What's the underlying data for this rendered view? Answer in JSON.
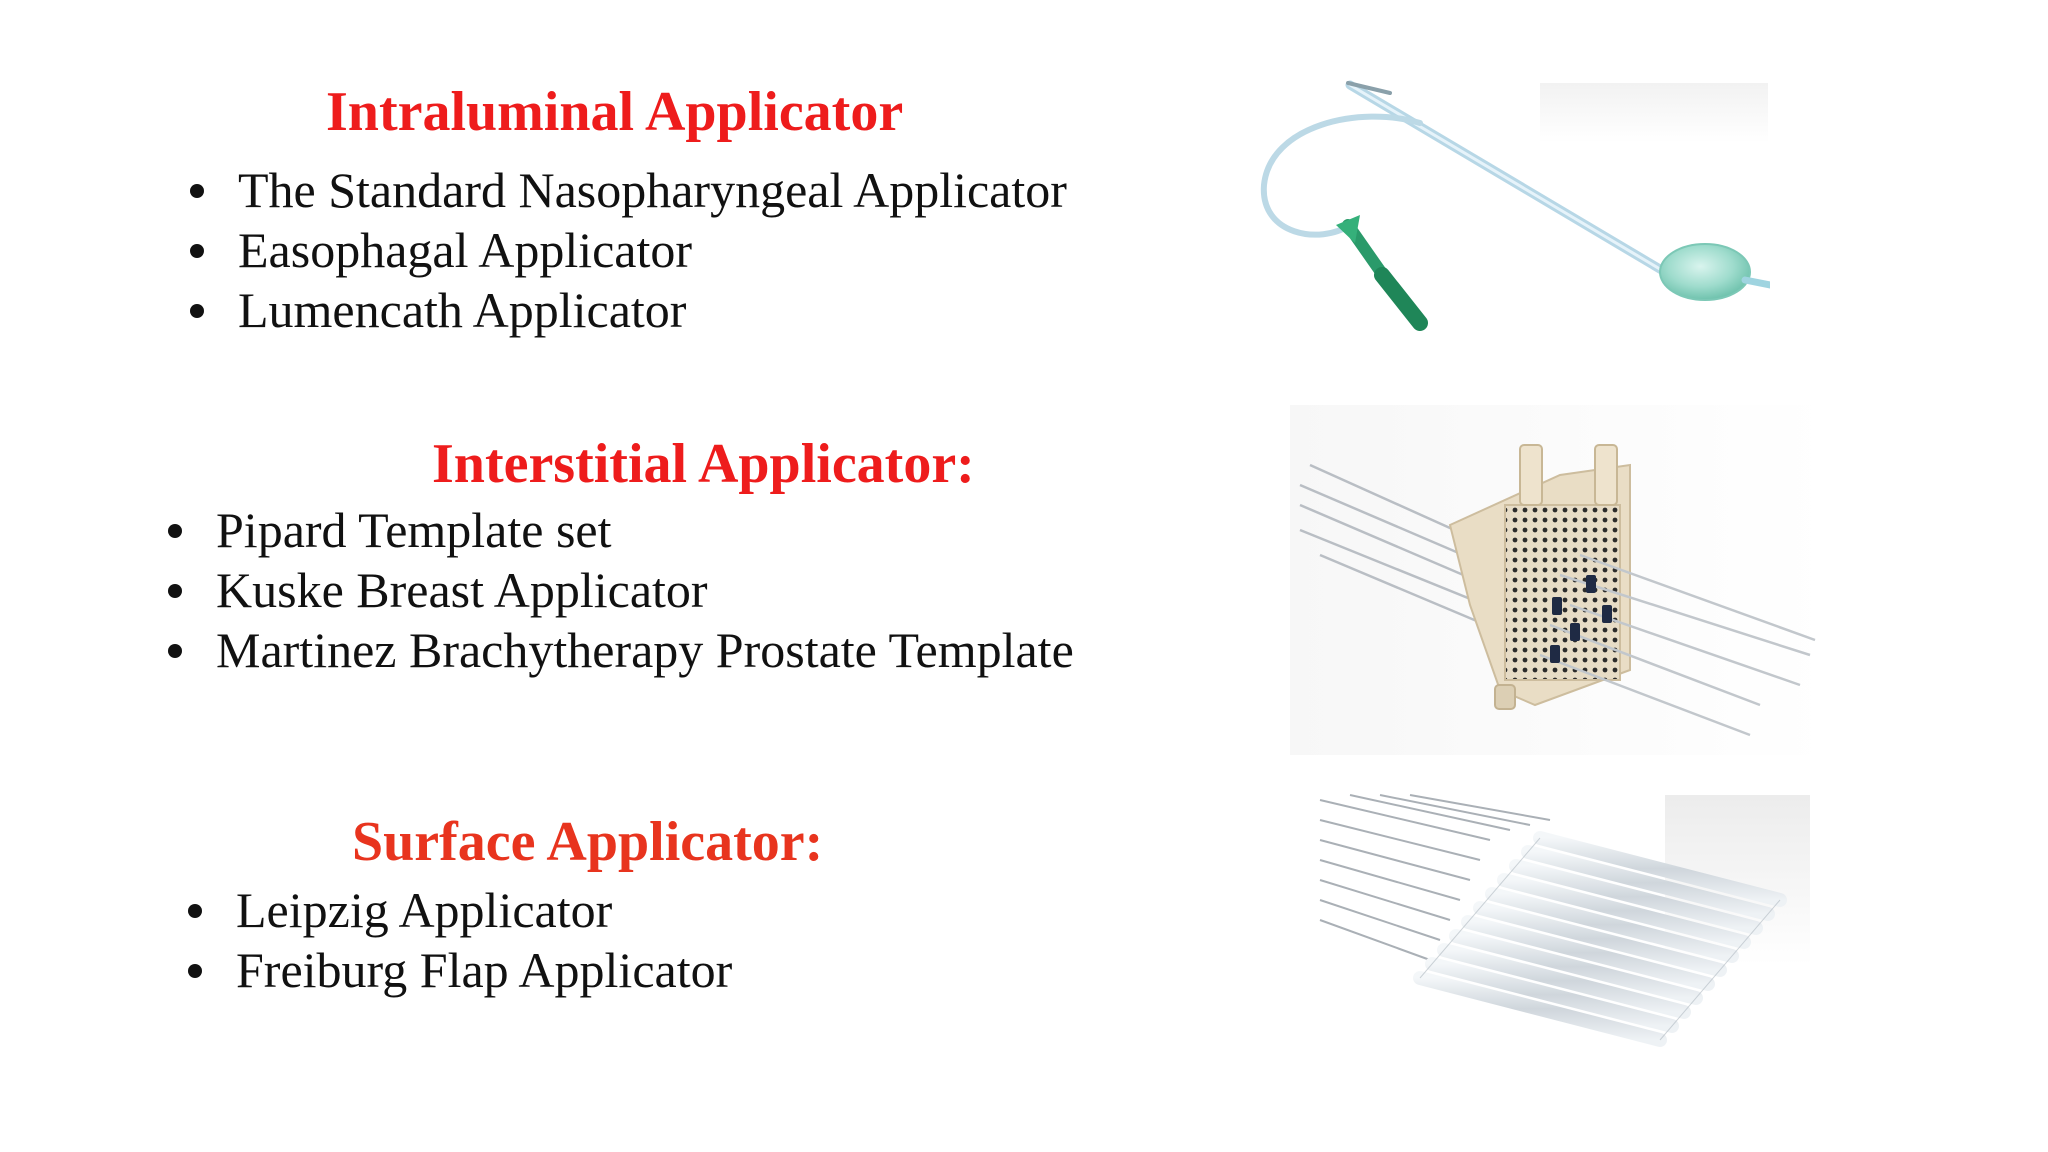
{
  "colors": {
    "heading_red": "#ee1c1c",
    "heading_red_alt": "#e8341e",
    "body_text": "#111111",
    "background": "#ffffff"
  },
  "sections": [
    {
      "title": "Intraluminal Applicator",
      "items": [
        "The Standard Nasopharyngeal Applicator",
        "Easophagal Applicator",
        "Lumencath Applicator"
      ],
      "image": "catheter-balloon-applicator-photo"
    },
    {
      "title": "Interstitial Applicator:",
      "items": [
        "Pipard Template set",
        "Kuske Breast Applicator",
        "Martinez Brachytherapy Prostate Template"
      ],
      "image": "needle-template-grid-photo"
    },
    {
      "title": "Surface Applicator:",
      "items": [
        "Leipzig Applicator",
        "Freiburg Flap Applicator"
      ],
      "image": "flap-tube-array-photo"
    }
  ]
}
